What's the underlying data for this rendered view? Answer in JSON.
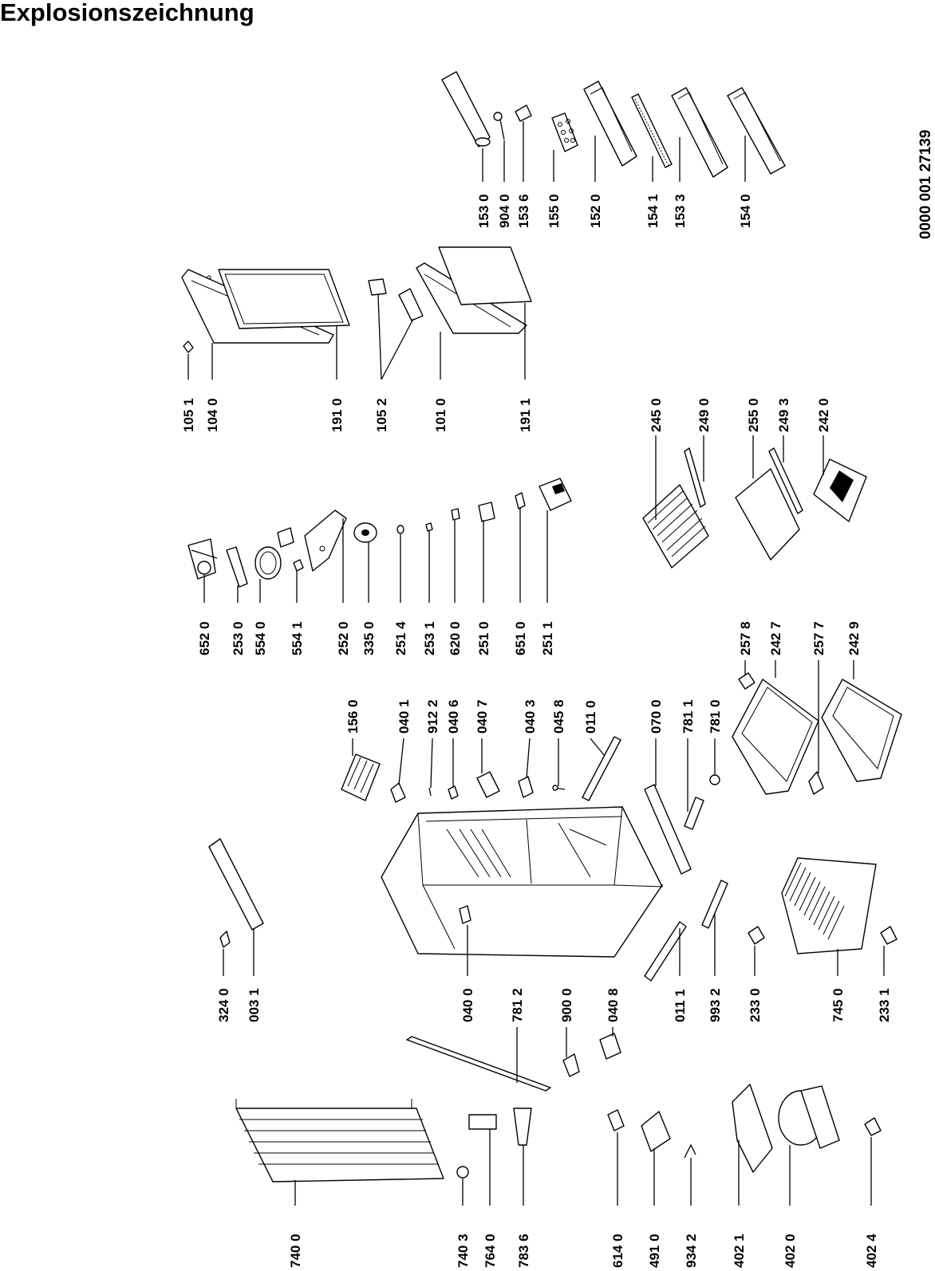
{
  "title": "Explosionszeichnung",
  "doc_number": "0000 001 27139",
  "part_numbers": {
    "p105_1": "105 1",
    "p104_0": "104 0",
    "p191_0": "191 0",
    "p105_2": "105 2",
    "p101_0": "101 0",
    "p191_1": "191 1",
    "p153_0": "153 0",
    "p904_0": "904 0",
    "p153_6": "153 6",
    "p155_0": "155 0",
    "p152_0": "152 0",
    "p154_1": "154 1",
    "p153_3": "153 3",
    "p154_0": "154 0",
    "p652_0": "652 0",
    "p253_0": "253 0",
    "p554_0": "554 0",
    "p554_1": "554 1",
    "p252_0": "252 0",
    "p335_0": "335 0",
    "p251_4": "251 4",
    "p253_1": "253 1",
    "p620_0": "620 0",
    "p251_0": "251 0",
    "p651_0": "651 0",
    "p251_1": "251 1",
    "p245_0": "245 0",
    "p249_0": "249 0",
    "p255_0": "255 0",
    "p249_3": "249 3",
    "p242_0": "242 0",
    "p156_0": "156 0",
    "p040_1": "040 1",
    "p912_2": "912 2",
    "p040_6": "040 6",
    "p040_7": "040 7",
    "p040_3": "040 3",
    "p045_8": "045 8",
    "p011_0": "011 0",
    "p070_0": "070 0",
    "p781_1": "781 1",
    "p781_0": "781 0",
    "p257_8": "257 8",
    "p242_7": "242 7",
    "p257_7": "257 7",
    "p242_9": "242 9",
    "p324_0": "324 0",
    "p003_1": "003 1",
    "p040_0": "040 0",
    "p781_2": "781 2",
    "p900_0": "900 0",
    "p040_8": "040 8",
    "p011_1": "011 1",
    "p993_2": "993 2",
    "p233_0": "233 0",
    "p745_0": "745 0",
    "p233_1": "233 1",
    "p740_0": "740 0",
    "p740_3": "740 3",
    "p764_0": "764 0",
    "p783_6": "783 6",
    "p614_0": "614 0",
    "p491_0": "491 0",
    "p934_2": "934 2",
    "p402_1": "402 1",
    "p402_0": "402 0",
    "p402_4": "402 4"
  }
}
